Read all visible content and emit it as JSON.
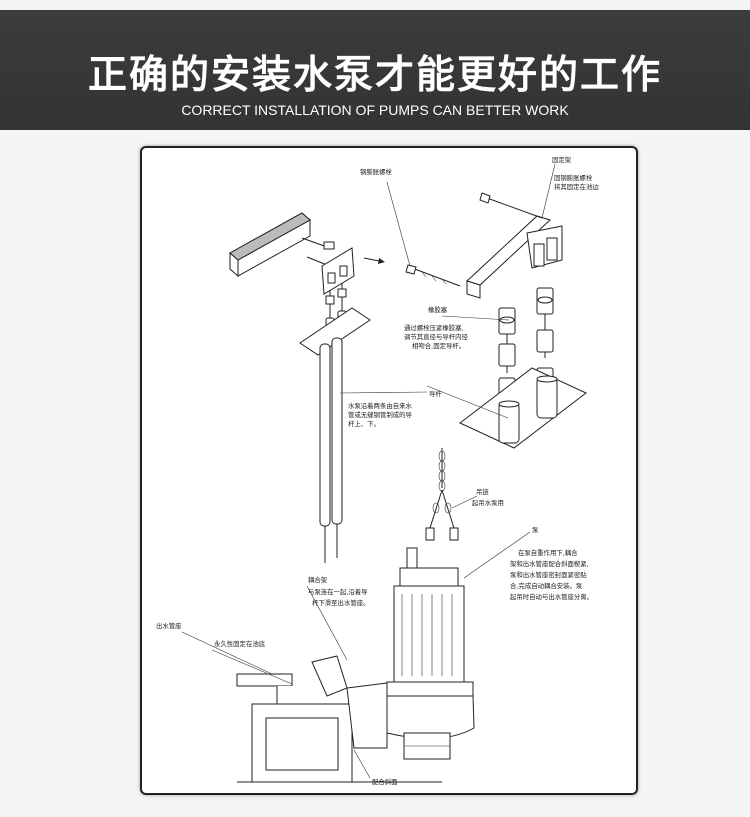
{
  "header": {
    "title_cn": "正确的安装水泵才能更好的工作",
    "title_en": "CORRECT INSTALLATION OF PUMPS CAN BETTER WORK"
  },
  "diagram": {
    "labels": {
      "steel_expansion_bolt": "钢膨胀螺栓",
      "fixing_frame": "固定架",
      "fixing_frame_note_1": "固钢膨胀螺栓",
      "fixing_frame_note_2": "将其固定在池边",
      "rubber_plug": "橡胶塞",
      "rubber_plug_note_1": "通过螺栓压紧橡胶塞,",
      "rubber_plug_note_2": "调节其直径与导杆内径",
      "rubber_plug_note_3": "相吻合,固定导杆。",
      "guide_rod": "导杆",
      "guide_rod_note_1": "水泵沿着两条由自来水",
      "guide_rod_note_2": "管或无缝钢管制成的导",
      "guide_rod_note_3": "杆上、下。",
      "lifting_chain_1": "吊链",
      "lifting_chain_2": "起吊水泵用",
      "pump": "泵",
      "pump_note_1": "在泵自重作用下,耦合",
      "pump_note_2": "架和出水管座配合斜面楔紧,",
      "pump_note_3": "泵和出水管座密封面紧密贴",
      "pump_note_4": "合,完成自动耦合安装。泵",
      "pump_note_5": "起吊时自动与出水管座分离。",
      "coupling_frame": "耦合架",
      "coupling_note_1": "与泵连在一起,沿着导",
      "coupling_note_2": "杆下滑至出水管座。",
      "outlet_seat": "出水管座",
      "permanent_note": "永久性固定在池底",
      "mating_slope": "配合斜面"
    }
  }
}
